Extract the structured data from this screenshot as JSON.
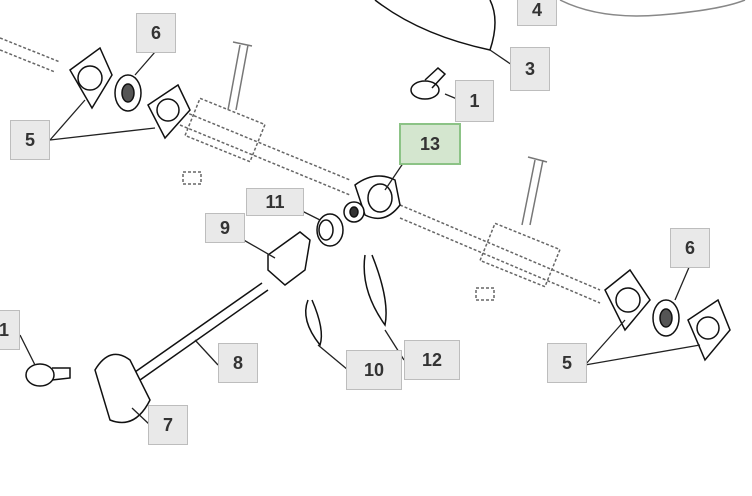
{
  "callouts": [
    {
      "id": "4",
      "label": "4"
    },
    {
      "id": "3",
      "label": "3"
    },
    {
      "id": "1a",
      "label": "1"
    },
    {
      "id": "6a",
      "label": "6"
    },
    {
      "id": "5a",
      "label": "5"
    },
    {
      "id": "13",
      "label": "13",
      "highlighted": true
    },
    {
      "id": "11",
      "label": "11"
    },
    {
      "id": "9",
      "label": "9"
    },
    {
      "id": "6b",
      "label": "6"
    },
    {
      "id": "5b",
      "label": "5"
    },
    {
      "id": "8",
      "label": "8"
    },
    {
      "id": "10",
      "label": "10"
    },
    {
      "id": "12",
      "label": "12"
    },
    {
      "id": "1b",
      "label": "1"
    },
    {
      "id": "7",
      "label": "7"
    }
  ],
  "colors": {
    "callout_bg": "#e9e9e9",
    "highlight_bg": "#d4e6cf",
    "highlight_border": "#8cc386"
  }
}
